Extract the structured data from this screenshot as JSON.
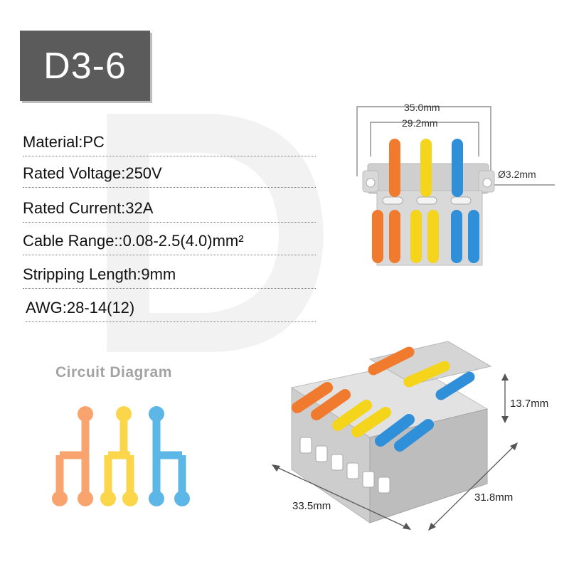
{
  "title": "D3-6",
  "specs": [
    {
      "label": "Material:PC"
    },
    {
      "label": "Rated Voltage:250V"
    },
    {
      "label": "Rated Current:32A"
    },
    {
      "label": "Cable Range::0.08-2.5(4.0)mm²"
    },
    {
      "label": "Stripping Length:9mm"
    },
    {
      "label": "AWG:28-14(12)"
    }
  ],
  "circuit": {
    "title": "Circuit Diagram",
    "colors": [
      "#f9a46f",
      "#fbd64a",
      "#5cb6e6"
    ]
  },
  "top_view": {
    "overall_width": "35.0mm",
    "pitch_width": "29.2mm",
    "hole_diameter": "Ø3.2mm"
  },
  "iso_view": {
    "height": "13.7mm",
    "length": "33.5mm",
    "depth": "31.8mm"
  },
  "colors": {
    "orange": "#f07a2e",
    "yellow": "#f5d41c",
    "blue": "#2f8fd8",
    "body_gray": "#d4d4d4",
    "title_box": "#5b5b5b"
  }
}
